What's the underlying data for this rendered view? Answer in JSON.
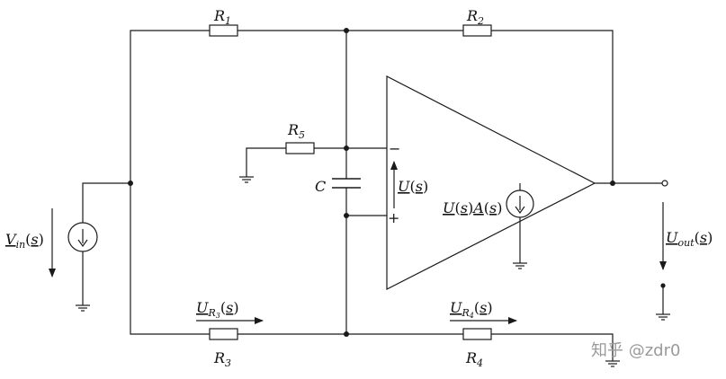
{
  "labels": {
    "r1": "R",
    "r1_sub": "1",
    "r2": "R",
    "r2_sub": "2",
    "r3": "R",
    "r3_sub": "3",
    "r4": "R",
    "r4_sub": "4",
    "r5": "R",
    "r5_sub": "5",
    "c": "C",
    "u_s": "U",
    "s": "s",
    "ua_s": "A",
    "vin": "V",
    "vin_sub": "in",
    "uout": "U",
    "uout_sub": "out",
    "ur3": "U",
    "ur3_sub": "R",
    "ur3_subsub": "3",
    "ur4": "U",
    "ur4_sub": "R",
    "ur4_subsub": "4",
    "minus": "−",
    "plus": "+",
    "lparen": "(",
    "rparen": ")"
  },
  "watermark": {
    "text": "知乎 @zdr0"
  }
}
